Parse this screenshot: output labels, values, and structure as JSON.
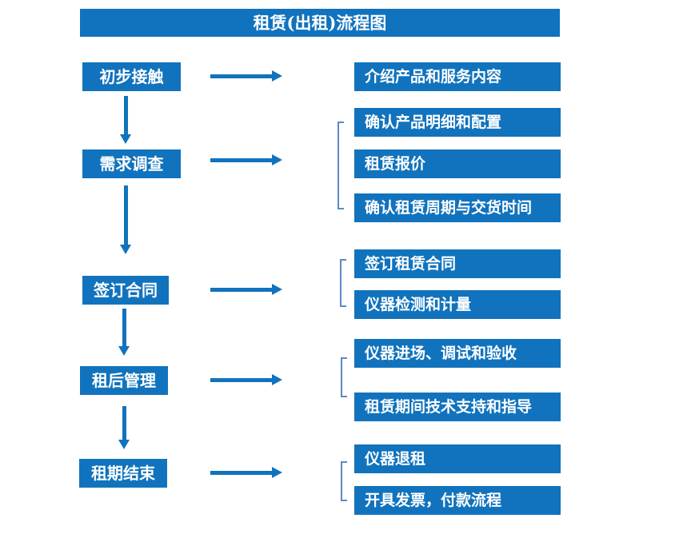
{
  "title": "租赁(出租)流程图",
  "colors": {
    "box_blue": "#1173bd",
    "arrow_blue": "#1173bd",
    "bracket_blue": "#5b8ac6",
    "text_white": "#ffffff",
    "background": "#ffffff"
  },
  "steps": [
    {
      "label": "初步接触",
      "details": [
        "介绍产品和服务内容"
      ]
    },
    {
      "label": "需求调查",
      "details": [
        "确认产品明细和配置",
        "租赁报价",
        "确认租赁周期与交货时间"
      ]
    },
    {
      "label": "签订合同",
      "details": [
        "签订租赁合同",
        "仪器检测和计量"
      ]
    },
    {
      "label": "租后管理",
      "details": [
        "仪器进场、调试和验收",
        "租赁期间技术支持和指导"
      ]
    },
    {
      "label": "租期结束",
      "details": [
        "仪器退租",
        "开具发票，付款流程"
      ]
    }
  ]
}
